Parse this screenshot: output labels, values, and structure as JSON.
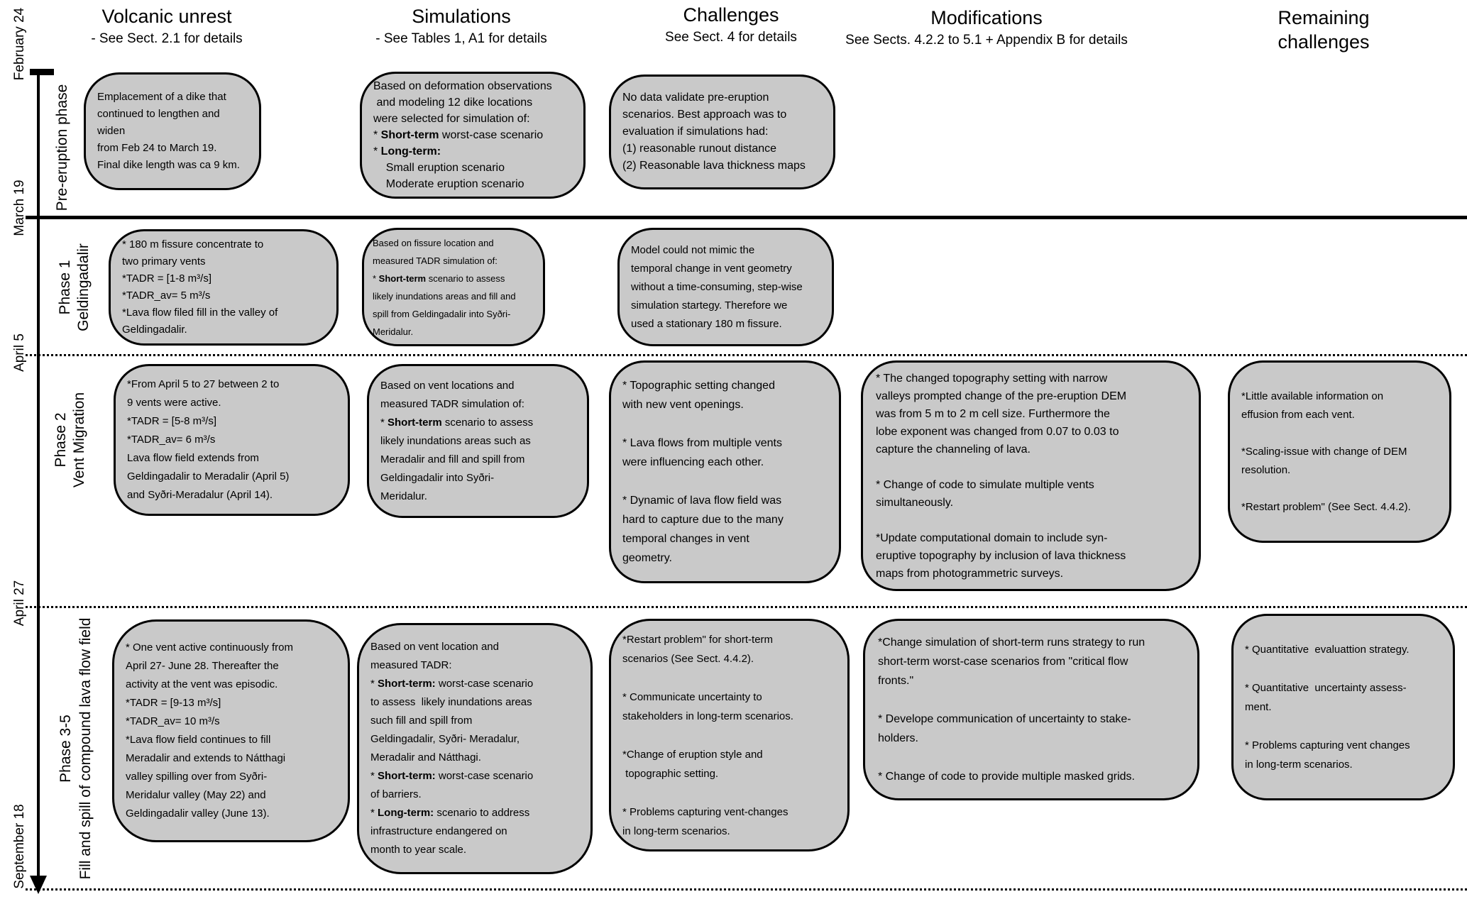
{
  "colors": {
    "box_fill": "#c9c9c9",
    "box_border": "#000000",
    "text": "#000000",
    "background": "#ffffff"
  },
  "columns": [
    {
      "title": "Volcanic unrest",
      "subtitle": "- See Sect. 2.1 for details"
    },
    {
      "title": "Simulations",
      "subtitle": "- See Tables 1, A1 for details"
    },
    {
      "title": "Challenges",
      "subtitle": "See Sect. 4 for details"
    },
    {
      "title": "Modifications",
      "subtitle": "See Sects. 4.2.2 to 5.1 + Appendix B for details"
    },
    {
      "title": "Remaining challenges",
      "subtitle": ""
    }
  ],
  "timeline": {
    "dates": [
      "February 24",
      "March 19",
      "April 5",
      "April 27",
      "September 18"
    ]
  },
  "phases": [
    {
      "line1": "Pre-eruption phase",
      "line2": ""
    },
    {
      "line1": "Phase 1",
      "line2": "Geldingadalir"
    },
    {
      "line1": "Phase 2",
      "line2": "Vent Migration"
    },
    {
      "line1": "Phase  3-5",
      "line2": "Fill and spill of compound lava flow field"
    }
  ],
  "boxes": {
    "r1c1": {
      "lines": [
        "Emplacement of a dike that",
        "continued to lengthen and widen",
        "from Feb 24 to March 19.",
        "Final dike length was ca 9 km."
      ]
    },
    "r1c2": {
      "lines": [
        "Based on deformation observations",
        " and modeling 12 dike locations",
        "were selected for simulation of:",
        "* **Short-term** worst-case scenario",
        "* **Long-term:**",
        "    Small eruption scenario",
        "    Moderate eruption scenario"
      ]
    },
    "r1c3": {
      "lines": [
        "No data validate pre-eruption",
        "scenarios. Best approach was to",
        "evaluation if simulations had:",
        "(1) reasonable runout distance",
        "(2) Reasonable lava thickness maps"
      ]
    },
    "r2c1": {
      "lines": [
        "* 180 m fissure concentrate to",
        "two primary vents",
        "*TADR = [1-8 m³/s]",
        "*TADR_av= 5 m³/s",
        "*Lava flow filed fill in the valley of",
        "Geldingadalir."
      ]
    },
    "r2c2": {
      "lines": [
        "Based on fissure location and",
        "measured TADR simulation of:",
        "* **Short-term** scenario to assess",
        "likely inundations areas and fill and",
        "spill from Geldingadalir into Syðri-",
        "Meridalur."
      ]
    },
    "r2c3": {
      "lines": [
        "Model could not mimic the",
        "temporal change in vent geometry",
        "without a time-consuming, step-wise",
        "simulation startegy. Therefore we",
        "used a stationary 180 m fissure."
      ]
    },
    "r3c1": {
      "lines": [
        "*From April 5 to 27 between 2 to",
        "9 vents were active.",
        "*TADR = [5-8 m³/s]",
        "*TADR_av= 6 m³/s",
        "Lava flow field extends from",
        "Geldingadalir to Meradalir (April 5)",
        "and Syðri-Meradalur (April 14)."
      ]
    },
    "r3c2": {
      "lines": [
        "Based on vent locations and",
        "measured TADR simulation of:",
        "* **Short-term** scenario to assess",
        "likely inundations areas such as",
        "Meradalir and fill and spill from",
        "Geldingadalir into Syðri-",
        "Meridalur."
      ]
    },
    "r3c3": {
      "lines": [
        "* Topographic setting changed",
        "with new vent openings.",
        "",
        "* Lava flows from multiple vents",
        "were influencing each other.",
        "",
        "* Dynamic of lava flow field was",
        "hard to capture due to the many",
        "temporal changes in vent",
        "geometry."
      ]
    },
    "r3c4": {
      "lines": [
        "* The changed topography setting with narrow",
        "valleys prompted change of the pre-eruption DEM",
        "was from 5 m to 2 m cell size. Furthermore the",
        "lobe exponent was changed from 0.07 to 0.03 to",
        "capture the channeling of lava.",
        "",
        "* Change of code to simulate multiple vents",
        "simultaneously.",
        "",
        "*Update computational domain to include syn-",
        "eruptive topography by inclusion of lava thickness",
        "maps from photogrammetric surveys."
      ]
    },
    "r3c5": {
      "lines": [
        "*Little available information on",
        "effusion from each vent.",
        "",
        "*Scaling-issue with change of DEM",
        "resolution.",
        "",
        "*Restart problem\" (See Sect. 4.4.2)."
      ]
    },
    "r4c1": {
      "lines": [
        "* One vent active continuously from",
        "April 27- June 28. Thereafter the",
        "activity at the vent was episodic.",
        "*TADR = [9-13 m³/s]",
        "*TADR_av= 10 m³/s",
        "*Lava flow field continues to fill",
        "Meradalir and extends to Nátthagi",
        "valley spilling over from Syðri-",
        "Meridalur valley (May 22) and",
        "Geldingadalir valley (June 13)."
      ]
    },
    "r4c2": {
      "lines": [
        "Based on vent location and",
        "measured TADR:",
        "* **Short-term:** worst-case scenario",
        "to assess  likely inundations areas",
        "such fill and spill from",
        "Geldingadalir, Syðri- Meradalur,",
        "Meradalir and Nátthagi.",
        "* **Short-term:** worst-case scenario",
        "of barriers.",
        "* **Long-term:** scenario to address",
        "infrastructure endangered on",
        "month to year scale."
      ]
    },
    "r4c3": {
      "lines": [
        "*Restart problem\" for short-term",
        "scenarios (See Sect. 4.4.2).",
        "",
        "* Communicate uncertainty to",
        "stakeholders in long-term scenarios.",
        "",
        "*Change of eruption style and",
        " topographic setting.",
        "",
        "* Problems capturing vent-changes",
        "in long-term scenarios."
      ]
    },
    "r4c4": {
      "lines": [
        "*Change simulation of short-term runs strategy to run",
        "short-term worst-case scenarios from \"critical flow",
        "fronts.\"",
        "",
        "* Develope communication of uncertainty to stake-",
        "holders.",
        "",
        "* Change of code to provide multiple masked grids."
      ]
    },
    "r4c5": {
      "lines": [
        "* Quantitative  evaluattion strategy.",
        "",
        "* Quantitative  uncertainty assess-",
        "ment.",
        "",
        "* Problems capturing vent changes",
        "in long-term scenarios."
      ]
    }
  }
}
